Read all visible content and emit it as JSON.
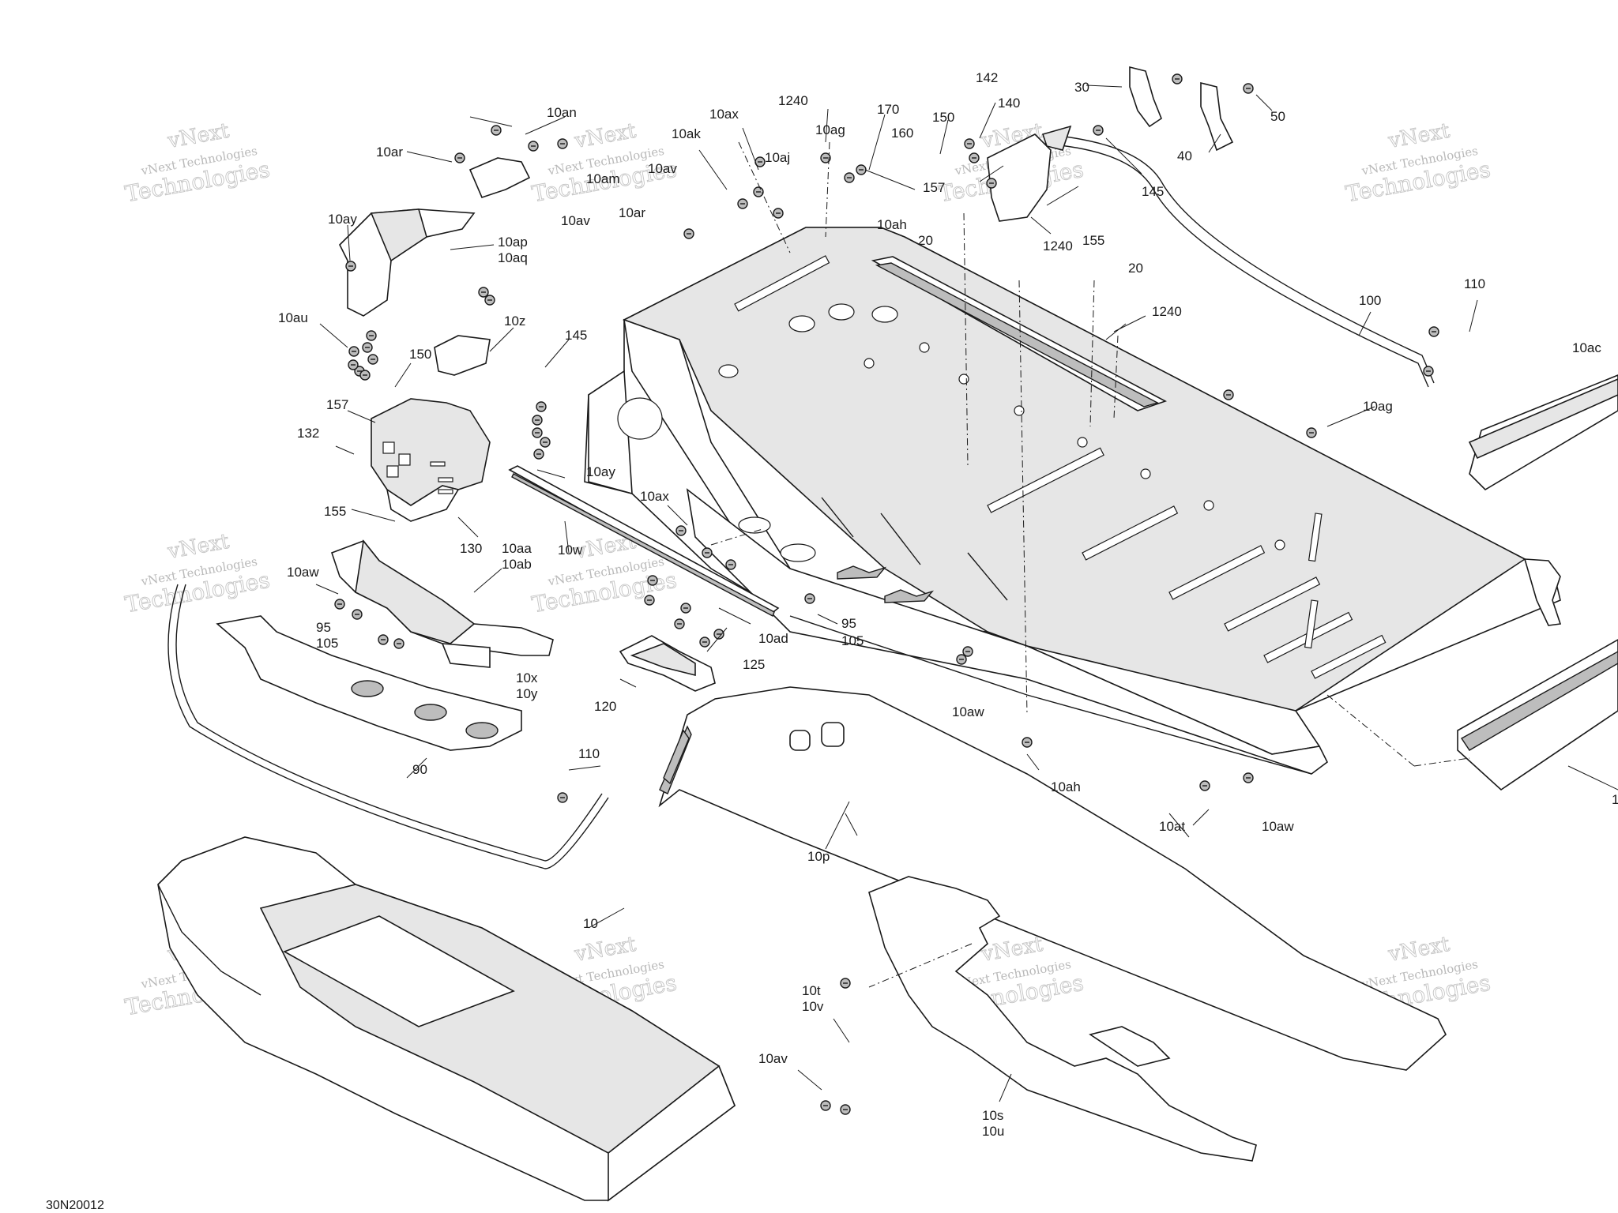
{
  "diagram_code": "30N20012",
  "watermark": {
    "line1": "vNext",
    "line2": "vNext Technologies",
    "line3": "Technologies"
  },
  "callouts": [
    {
      "id": "10an"
    },
    {
      "id": "10ar"
    },
    {
      "id": "10am"
    },
    {
      "id": "10ay"
    },
    {
      "id": "10ap"
    },
    {
      "id": "10aq"
    },
    {
      "id": "10au"
    },
    {
      "id": "10z"
    },
    {
      "id": "145"
    },
    {
      "id": "150"
    },
    {
      "id": "157"
    },
    {
      "id": "132"
    },
    {
      "id": "155"
    },
    {
      "id": "130"
    },
    {
      "id": "10ak"
    },
    {
      "id": "10ax"
    },
    {
      "id": "1240"
    },
    {
      "id": "10aj"
    },
    {
      "id": "10ag"
    },
    {
      "id": "170"
    },
    {
      "id": "160"
    },
    {
      "id": "10ah"
    },
    {
      "id": "10av"
    },
    {
      "id": "10ar"
    },
    {
      "id": "10av"
    },
    {
      "id": "142"
    },
    {
      "id": "140"
    },
    {
      "id": "150"
    },
    {
      "id": "157"
    },
    {
      "id": "20"
    },
    {
      "id": "155"
    },
    {
      "id": "1240"
    },
    {
      "id": "20"
    },
    {
      "id": "1240"
    },
    {
      "id": "30"
    },
    {
      "id": "40"
    },
    {
      "id": "50"
    },
    {
      "id": "145"
    },
    {
      "id": "110"
    },
    {
      "id": "100"
    },
    {
      "id": "10ac"
    },
    {
      "id": "10ag"
    },
    {
      "id": "10ay"
    },
    {
      "id": "10ax"
    },
    {
      "id": "10w"
    },
    {
      "id": "10aa"
    },
    {
      "id": "10ab"
    },
    {
      "id": "10aw"
    },
    {
      "id": "95"
    },
    {
      "id": "105"
    },
    {
      "id": "10ad"
    },
    {
      "id": "95"
    },
    {
      "id": "105"
    },
    {
      "id": "125"
    },
    {
      "id": "120"
    },
    {
      "id": "10x"
    },
    {
      "id": "10y"
    },
    {
      "id": "110"
    },
    {
      "id": "90"
    },
    {
      "id": "10aw"
    },
    {
      "id": "10ah"
    },
    {
      "id": "10at"
    },
    {
      "id": "10aw"
    },
    {
      "id": "10p"
    },
    {
      "id": "10"
    },
    {
      "id": "10t"
    },
    {
      "id": "10v"
    },
    {
      "id": "10av"
    },
    {
      "id": "10s"
    },
    {
      "id": "10u"
    },
    {
      "id": "1"
    }
  ]
}
